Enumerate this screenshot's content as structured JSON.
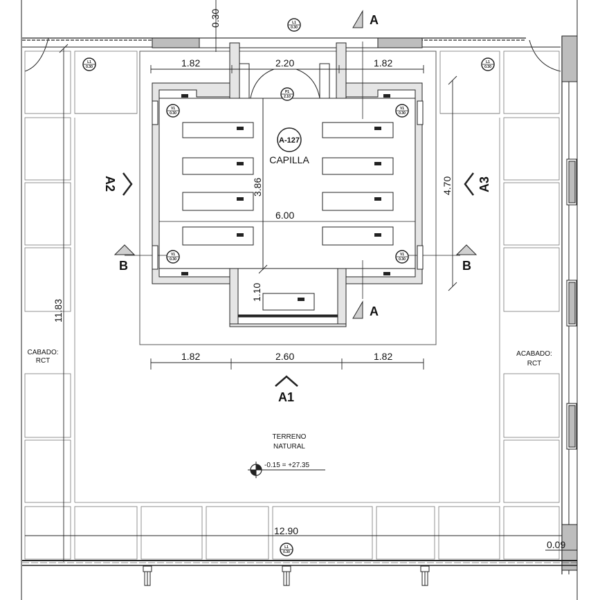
{
  "room": {
    "code": "A-127",
    "name": "CAPILLA"
  },
  "dimensions": {
    "top_overhang": "0.30",
    "top_left": "1.82",
    "top_mid": "2.20",
    "top_right": "1.82",
    "height_inner": "3.86",
    "height_right": "4.70",
    "width_inner": "6.00",
    "niche": "1.10",
    "bottom_left": "1.82",
    "bottom_mid": "2.60",
    "bottom_right": "1.82",
    "total_height": "11.83",
    "total_width": "12.90",
    "bottom_right_small": "0.09"
  },
  "sections": {
    "a_top": "A",
    "a_bottom": "A",
    "b_left": "B",
    "b_right": "B"
  },
  "elevations": {
    "a1": "A1",
    "a2": "A2",
    "a3": "A3"
  },
  "finish_left": {
    "line1": "CABADO:",
    "line2": "RCT"
  },
  "finish_right": {
    "line1": "ACABADO:",
    "line2": "RCT"
  },
  "terrain": {
    "line1": "TERRENO",
    "line2": "NATURAL",
    "level": "-0.15 = +27.35"
  },
  "tags": {
    "top_center": {
      "top": "L1",
      "bottom": "0.30"
    },
    "top_left": {
      "top": "L1",
      "bottom": "0.30"
    },
    "top_right": {
      "top": "L1",
      "bottom": "0.30"
    },
    "door": {
      "top": "P1",
      "bottom": "2.10"
    },
    "col_tl": {
      "top": "V1",
      "bottom": "0.30"
    },
    "col_tr": {
      "top": "V1",
      "bottom": "0.30"
    },
    "col_bl": {
      "top": "V1",
      "bottom": "0.30"
    },
    "col_br": {
      "top": "V1",
      "bottom": "0.30"
    },
    "bottom_center": {
      "top": "L1",
      "bottom": "0.30"
    }
  }
}
